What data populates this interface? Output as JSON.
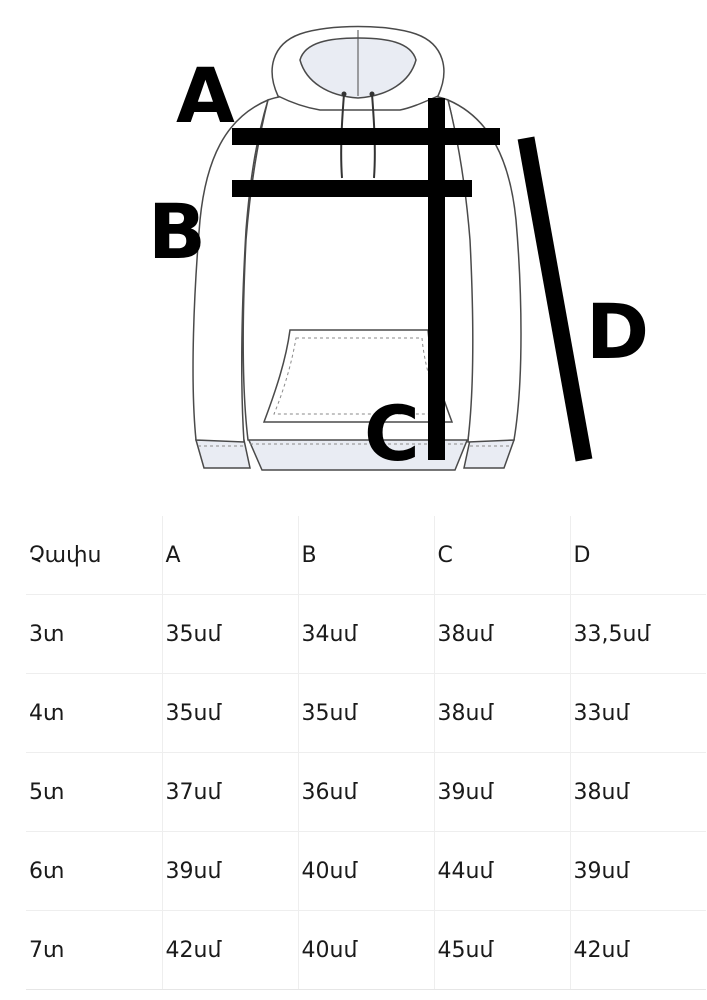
{
  "diagram": {
    "labels": {
      "a": "A",
      "b": "B",
      "c": "C",
      "d": "D"
    },
    "colors": {
      "outline": "#4a4a4a",
      "fill": "#ffffff",
      "shadow": "#e8ebf2",
      "measure_bar": "#000000"
    }
  },
  "size_table": {
    "headers": [
      "Չափս",
      "A",
      "B",
      "C",
      "D"
    ],
    "rows": [
      [
        "3տ",
        "35սմ",
        "34սմ",
        "38սմ",
        "33,5սմ"
      ],
      [
        "4տ",
        "35սմ",
        "35սմ",
        "38սմ",
        "33սմ"
      ],
      [
        "5տ",
        "37սմ",
        "36սմ",
        "39սմ",
        "38սմ"
      ],
      [
        "6տ",
        "39սմ",
        "40սմ",
        "44սմ",
        "39սմ"
      ],
      [
        "7տ",
        "42սմ",
        "40սմ",
        "45սմ",
        "42սմ"
      ]
    ]
  }
}
